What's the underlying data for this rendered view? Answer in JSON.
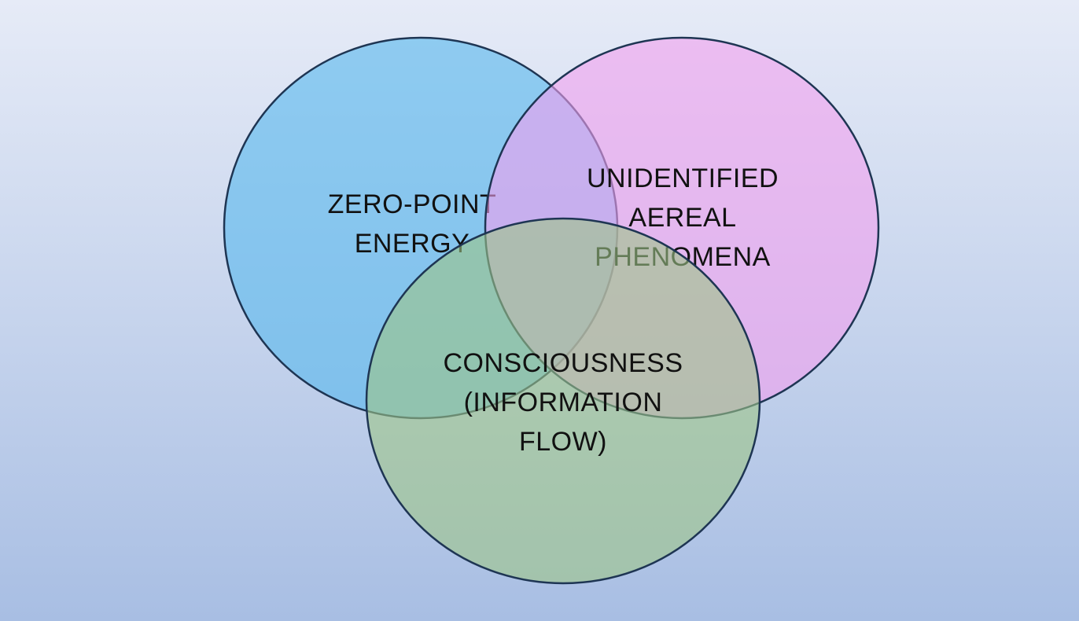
{
  "background": {
    "gradient_top": "#E6EBF7",
    "gradient_bottom": "#A8BEE3"
  },
  "diagram": {
    "type": "venn-3-circle",
    "stroke_color": "#1E3553",
    "stroke_width": 2.5,
    "text_color": "#111111",
    "circles": [
      {
        "name": "zero-point-energy",
        "label": "ZERO-POINT\nENERGY",
        "fill": "#57B8EC",
        "fill_opacity": 0.6
      },
      {
        "name": "unidentified-aereal-phenomena",
        "label": "UNIDENTIFIED\nAEREAL\nPHENOMENA",
        "fill": "#F1A0EF",
        "fill_opacity": 0.6
      },
      {
        "name": "consciousness-information-flow",
        "label": "CONSCIOUSNESS\n(INFORMATION\nFLOW)",
        "fill": "#9CC487",
        "fill_opacity": 0.6
      }
    ]
  }
}
